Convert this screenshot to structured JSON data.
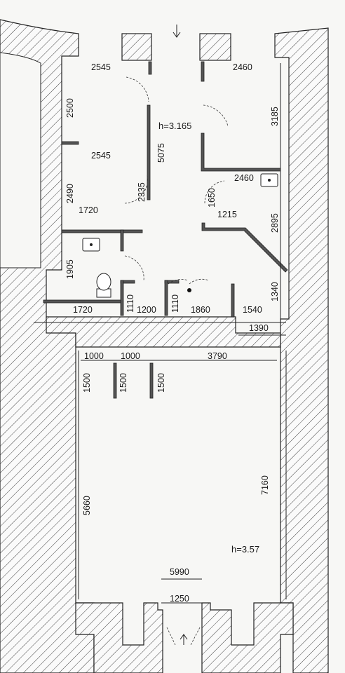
{
  "plan": {
    "heights": [
      "h=3.165",
      "h=3.57"
    ],
    "horizontal_dims": {
      "top_left": "2545",
      "top_right": "2460",
      "mid_left": "2545",
      "mid_right": "2460",
      "room_left": "1720",
      "wc_left": "1720",
      "bottom_row": [
        "1200",
        "1860",
        "1540"
      ],
      "upper_right": "1215",
      "hall_offset": "1390",
      "hall_row": [
        "1000",
        "1000",
        "3790"
      ],
      "total_width": "5990",
      "entrance": "1250"
    },
    "vertical_dims": {
      "left_upper": "2500",
      "left_mid": "2490",
      "left_wc": "1905",
      "center_upper": "5075",
      "center_mid": "2335",
      "right_upper": "3185",
      "right_mid": "2895",
      "right_low": "1340",
      "small_right": "1650",
      "door_a": "1110",
      "door_b": "1110",
      "hall_cols": [
        "1500",
        "1500",
        "1500"
      ],
      "hall_left": "5660",
      "hall_right": "7160"
    }
  }
}
